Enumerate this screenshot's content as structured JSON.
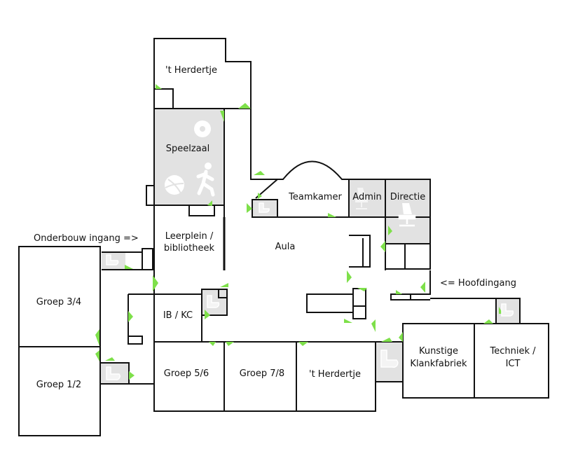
{
  "rooms": {
    "herdertje_top": "'t Herdertje",
    "speelzaal": "Speelzaal",
    "teamkamer": "Teamkamer",
    "admin": "Admin",
    "directie": "Directie",
    "leerplein_line1": "Leerplein /",
    "leerplein_line2": "bibliotheek",
    "aula": "Aula",
    "groep34": "Groep 3/4",
    "groep12": "Groep 1/2",
    "ibkc": "IB / KC",
    "groep56": "Groep 5/6",
    "groep78": "Groep 7/8",
    "herdertje_bottom": "'t Herdertje",
    "kunstige_line1": "Kunstige",
    "kunstige_line2": "Klankfabriek",
    "techniek_line1": "Techniek /",
    "techniek_line2": "ICT"
  },
  "entrances": {
    "onderbouw": "Onderbouw ingang =>",
    "hoofdingang": "<= Hoofdingang"
  },
  "icons": [
    "football-icon",
    "volleyball-icon",
    "running-person-icon",
    "office-chair-icon",
    "toilet-icon"
  ],
  "colors": {
    "door": "#7ee04a",
    "facility": "#e2e2e2",
    "wall": "#111111"
  }
}
